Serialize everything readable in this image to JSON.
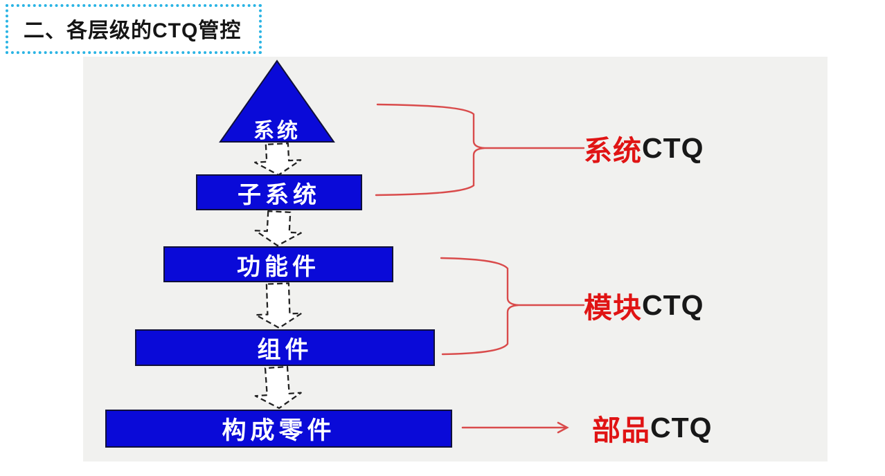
{
  "title": "二、各层级的CTQ管控",
  "pyramid": {
    "levels": [
      {
        "label": "系统"
      },
      {
        "label": "子系统"
      },
      {
        "label": "功能件"
      },
      {
        "label": "组件"
      },
      {
        "label": "构成零件"
      }
    ]
  },
  "ctq_labels": [
    {
      "red": "系统",
      "black": "CTQ"
    },
    {
      "red": "模块",
      "black": "CTQ"
    },
    {
      "red": "部品",
      "black": "CTQ"
    }
  ],
  "colors": {
    "node_blue": "#0a0ad8",
    "line_red": "#d94b4b",
    "text_red": "#e01414",
    "accent_cyan": "#2ab4e4",
    "panel_gray": "#f1f1ef"
  }
}
